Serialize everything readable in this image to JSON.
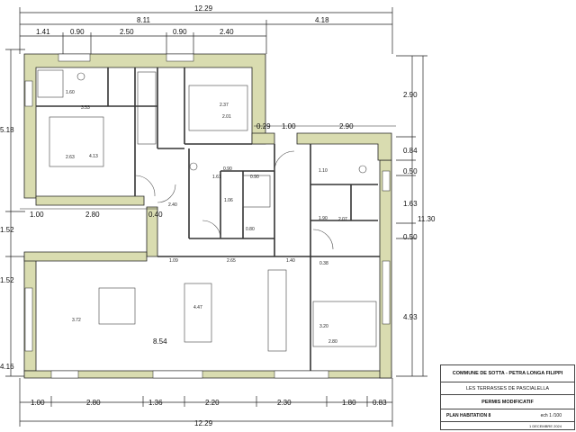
{
  "dims_top_overall": "12.29",
  "dims_top_row2": [
    "8.11",
    "4.18"
  ],
  "dims_top_row3": [
    "1.41",
    "0.90",
    "2.50",
    "0.90",
    "2.40"
  ],
  "dims_right": [
    "2.90",
    "0.84",
    "0.50",
    "1.63",
    "0.50",
    "4.93",
    "11.30"
  ],
  "dims_left": [
    "5.18",
    "1.52",
    "1.52",
    "4.16"
  ],
  "dims_bottom_row1": [
    "1.00",
    "2.80",
    "1.36",
    "2.20",
    "2.30",
    "1.80",
    "0.83"
  ],
  "dims_bottom_overall": "12.29",
  "dims_mid_left": [
    "1.00",
    "2.80",
    "0.40"
  ],
  "dims_mid_right": [
    "0.29",
    "1.00",
    "2.90"
  ],
  "dims_inner": {
    "a": "1.60",
    "b": "3.53",
    "c": "2.37",
    "d": "2.01",
    "e": "2.63",
    "f": "4.13",
    "g": "0.90",
    "h": "0.90",
    "i": "1.61",
    "j": "1.06",
    "k": "0.80",
    "l": "2.40",
    "m": "1.10",
    "n": "1.90",
    "o": "2.07",
    "p": "1.09",
    "q": "2.65",
    "r": "1.40",
    "s": "0.38",
    "t": "3.72",
    "u": "4.47",
    "v": "3.20",
    "w": "2.80",
    "x": "8.54"
  },
  "title_block": {
    "commune": "COMMUNE DE SOTTA - PETRA LONGA FILIPPI",
    "project": "LES TERRASSES DE PASCIALELLA",
    "permit": "PERMIS MODIFICATIF",
    "plan": "PLAN HABITATION 8",
    "scale": "ech 1 /100",
    "date": "1 DECEMBRE 2024"
  },
  "colors": {
    "wall_fill": "#d9dcb0",
    "wall_stroke": "#222222",
    "line": "#333333"
  }
}
